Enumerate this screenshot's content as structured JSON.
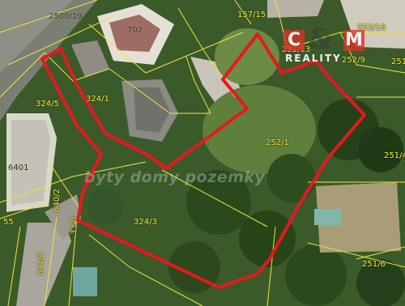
{
  "map": {
    "parcels": [
      {
        "id": "p-2500-19",
        "label": "2500/19"
      },
      {
        "id": "p-702",
        "label": "702"
      },
      {
        "id": "p-157-15",
        "label": "157/15"
      },
      {
        "id": "p-252-10",
        "label": "252/10"
      },
      {
        "id": "p-252-13",
        "label": "252/13"
      },
      {
        "id": "p-252-9",
        "label": "252/9"
      },
      {
        "id": "p-251",
        "label": "251/"
      },
      {
        "id": "p-324-5",
        "label": "324/5"
      },
      {
        "id": "p-324-1",
        "label": "324/1"
      },
      {
        "id": "p-252-1",
        "label": "252/1"
      },
      {
        "id": "p-251-4",
        "label": "251/4"
      },
      {
        "id": "p-6401",
        "label": "6401"
      },
      {
        "id": "p-324-3",
        "label": "324/3"
      },
      {
        "id": "p-640-2",
        "label": "640/2"
      },
      {
        "id": "p-3321",
        "label": "332/"
      },
      {
        "id": "p-55",
        "label": "55"
      },
      {
        "id": "p-641-4",
        "label": "641/4"
      },
      {
        "id": "p-251-6",
        "label": "251/6"
      }
    ],
    "watermark": {
      "top": {
        "left": "C",
        "amp": "&",
        "right": "M",
        "word": "REALITY"
      },
      "bottom": "byty domy pozemky"
    },
    "colors": {
      "boundary": "#e8181c",
      "parcel_line": "#efe43a",
      "label": "#f2ee2a"
    }
  }
}
